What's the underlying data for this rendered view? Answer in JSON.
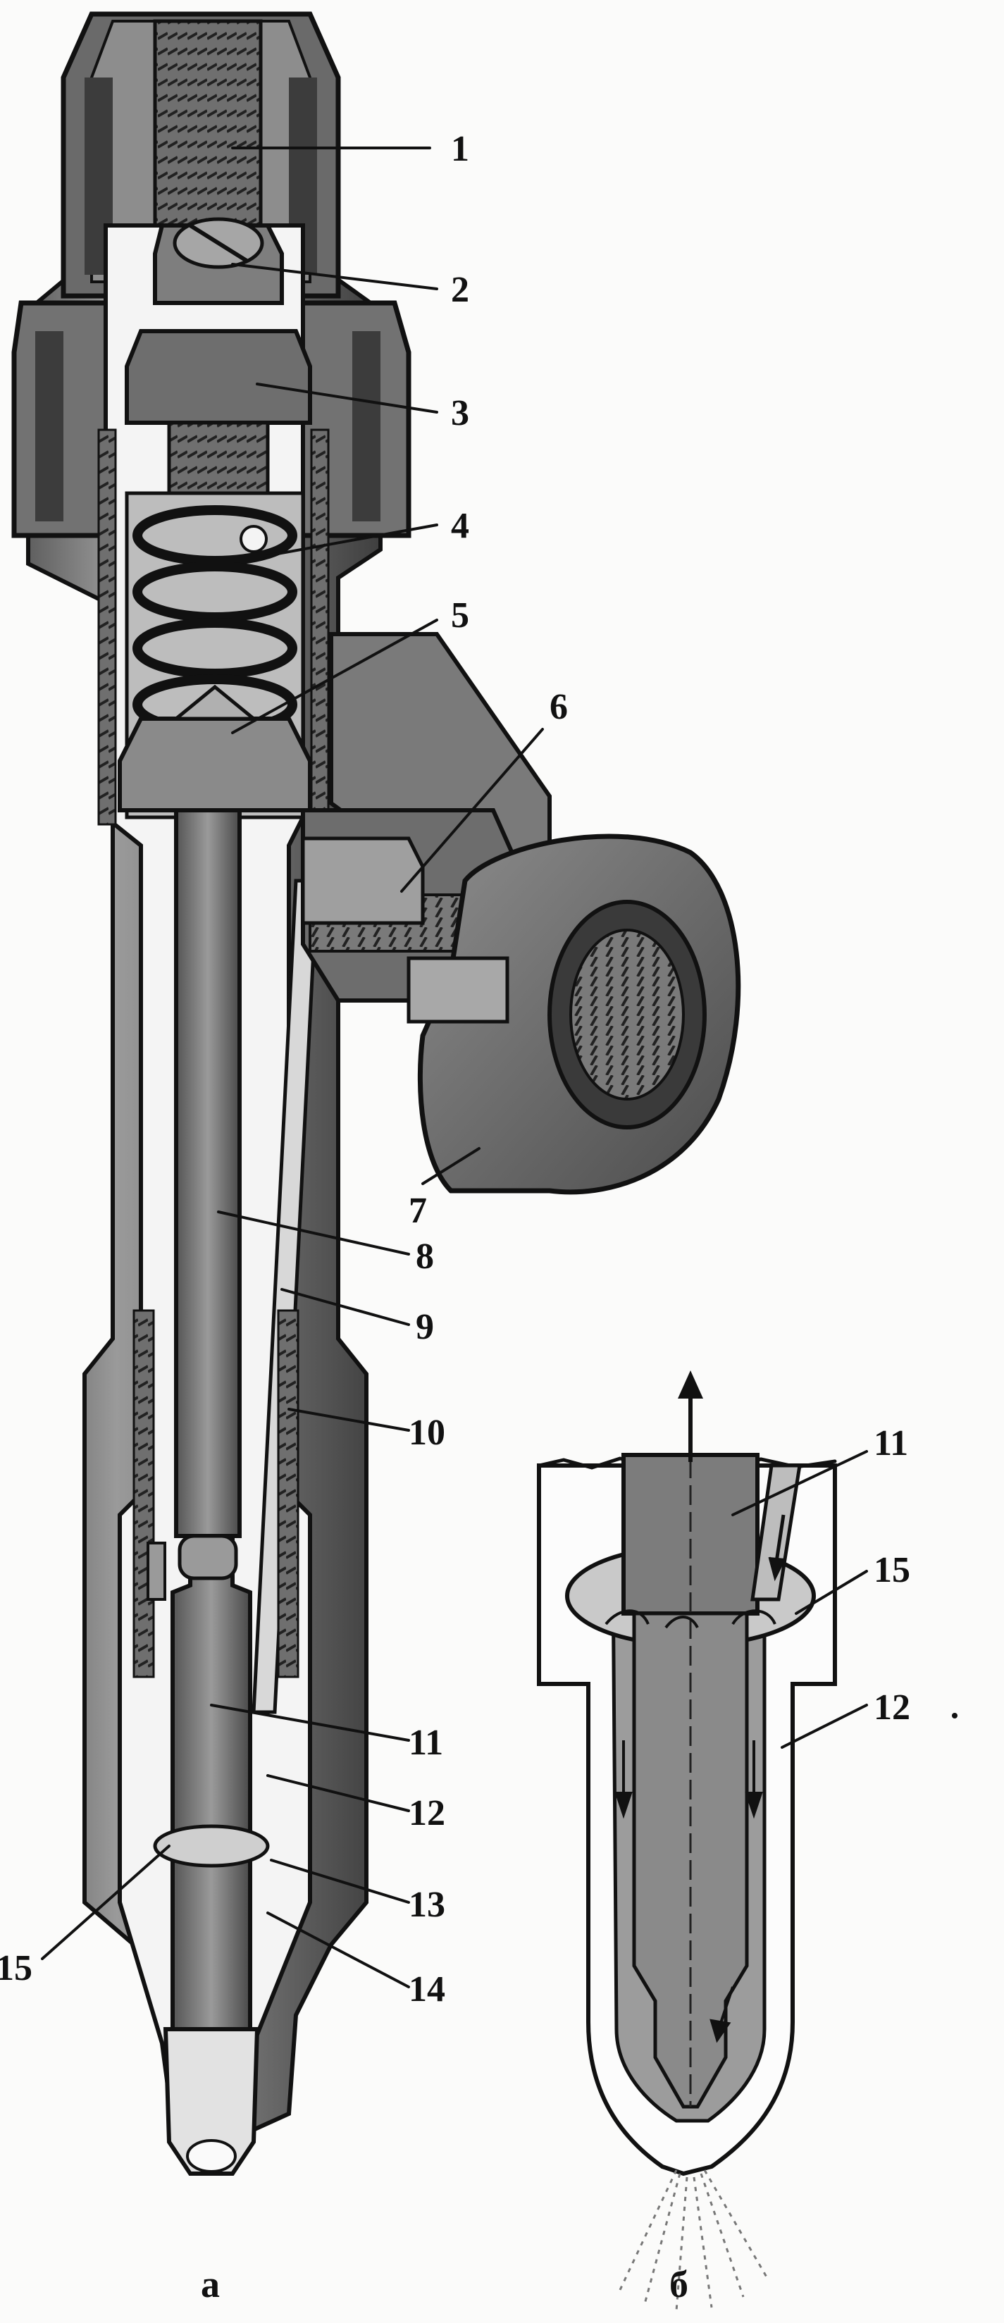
{
  "figures": [
    {
      "id": "a",
      "label": "а",
      "callouts": [
        "1",
        "2",
        "3",
        "4",
        "5",
        "6",
        "7",
        "8",
        "9",
        "10",
        "11",
        "12",
        "13",
        "14",
        "15"
      ]
    },
    {
      "id": "b",
      "label": "б",
      "callouts": [
        "11",
        "15",
        "12"
      ]
    }
  ],
  "colors": {
    "ink": "#111111",
    "paper": "#fbfbfa",
    "shade_dark": "#5a5a5a",
    "shade_mid": "#8a8a8a",
    "shade_light": "#c8c8c8"
  }
}
